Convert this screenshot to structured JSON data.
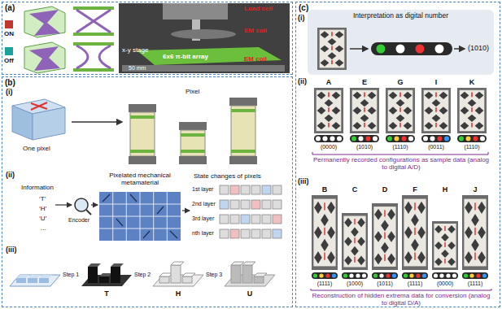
{
  "diagram": {
    "nodes": [
      {
        "text": [
          "(a)"
        ]
      },
      {
        "text": [
          "(b)"
        ]
      },
      {
        "text": [
          "(c)"
        ]
      },
      {
        "text": [
          "Interpretation as digital number"
        ],
        "in": 2
      }
    ],
    "labels": [
      "ON",
      "Off",
      "Load cell",
      "EM coil",
      "x-y stage",
      "6x6 π-bit array",
      "EM coil",
      "50 mm",
      "(i)",
      "One pixel",
      "Pixel",
      "(ii)",
      "Information",
      "‘T’",
      "‘H’",
      "‘U’",
      "...",
      "Encoder",
      "Pixelated mechanical metamaterial",
      "State changes of pixels",
      "1st layer",
      "2nd layer",
      "3rd layer",
      "nth layer",
      "(iii)",
      "Step 1",
      "T",
      "Step 2",
      "H",
      "Step 3",
      "U",
      "(i)",
      "(1010)",
      "(ii)",
      "A",
      "E",
      "G",
      "I",
      "K",
      "(0000)",
      "(1010)",
      "(1110)",
      "(0011)",
      "(1110)",
      "Permanently recorded configurations as sample data (analog to digital A/D)",
      "(iii)",
      "B",
      "C",
      "D",
      "F",
      "H",
      "J",
      "(1111)",
      "(1000)",
      "(1011)",
      "(1111)",
      "(0000)",
      "(1111)",
      "Reconstruction of hidden extrema data for conversion (analog to digital D/A)"
    ]
  }
}
